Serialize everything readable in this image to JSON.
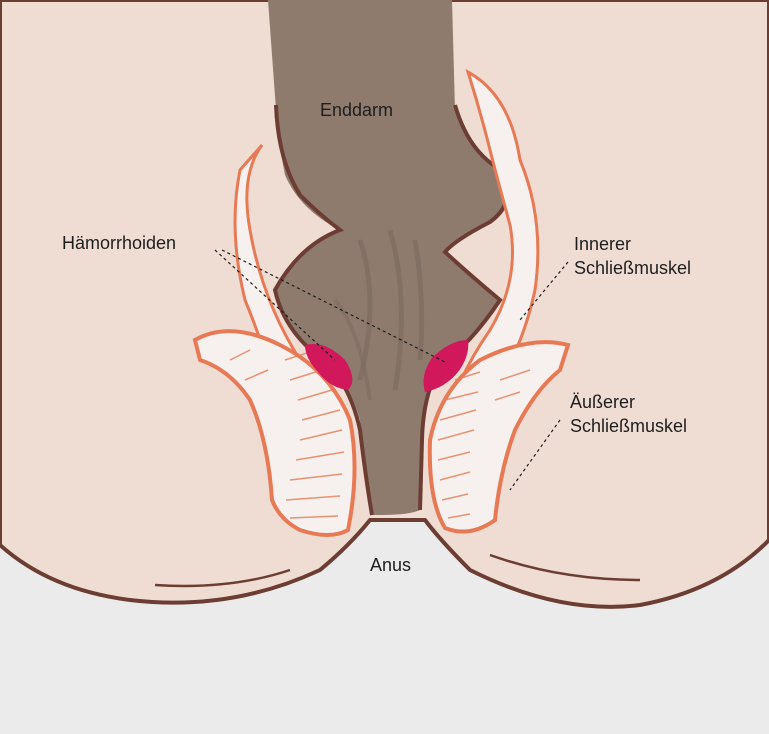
{
  "labels": {
    "rectum": "Enddarm",
    "hemorrhoids": "Hämorrhoiden",
    "inner_sphincter": [
      "Innerer",
      "Schließmuskel"
    ],
    "outer_sphincter": [
      "Äußerer",
      "Schließmuskel"
    ],
    "anus": "Anus"
  },
  "colors": {
    "background": "#ebebeb",
    "skin": "#efddd4",
    "rectum": "#8f7b6e",
    "outline": "#6b3d33",
    "muscle": "#e77a55",
    "muscle_fill": "#f6f1ee",
    "hemorrhoid": "#d0185a",
    "text": "#1e1e1e"
  }
}
